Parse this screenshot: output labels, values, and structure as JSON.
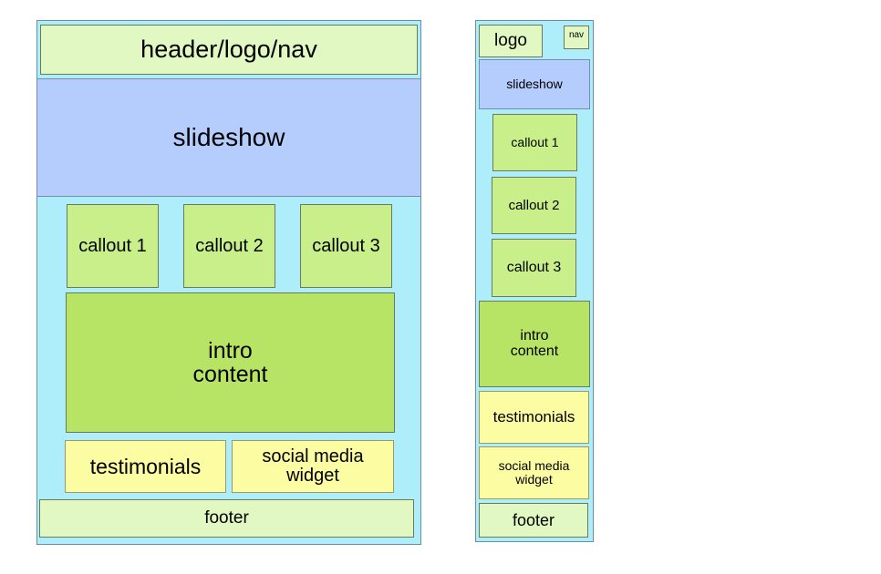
{
  "desktop": {
    "header": "header/logo/nav",
    "slideshow": "slideshow",
    "callouts": [
      "callout 1",
      "callout 2",
      "callout 3"
    ],
    "intro": "intro\ncontent",
    "testimonials": "testimonials",
    "social": "social media\nwidget",
    "footer": "footer"
  },
  "mobile": {
    "logo": "logo",
    "nav": "nav",
    "slideshow": "slideshow",
    "callouts": [
      "callout 1",
      "callout 2",
      "callout 3"
    ],
    "intro": "intro\ncontent",
    "testimonials": "testimonials",
    "social": "social media\nwidget",
    "footer": "footer"
  },
  "colors": {
    "frame": "#aeeefa",
    "header": "#e2f8c3",
    "slideshow": "#b5cdfd",
    "callout": "#c9ef8a",
    "intro": "#b8e466",
    "widget": "#fcfca3"
  }
}
